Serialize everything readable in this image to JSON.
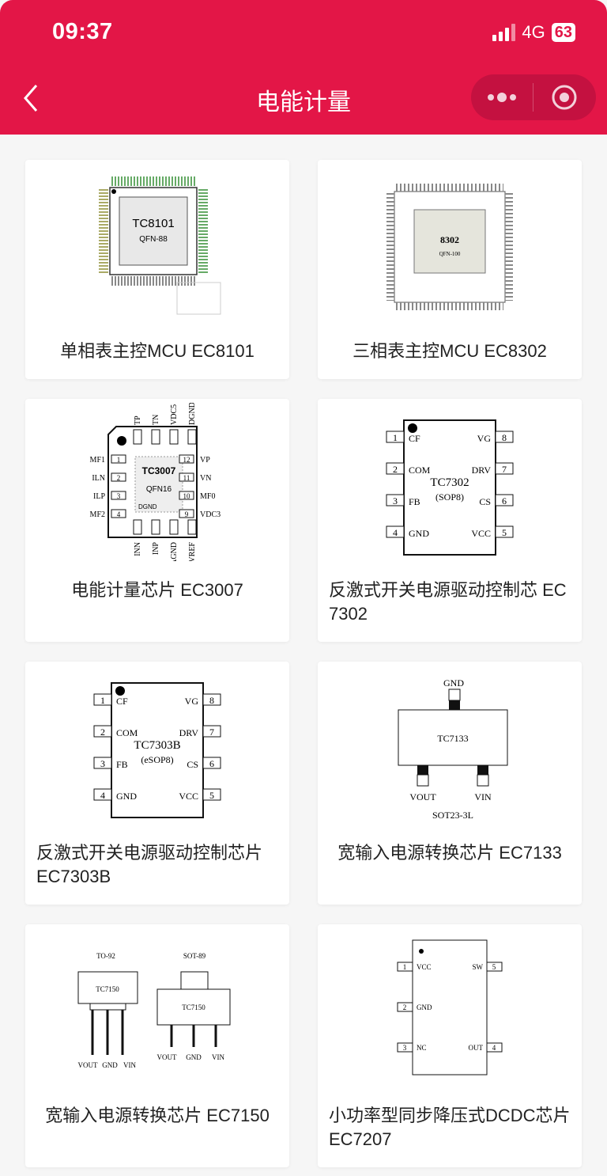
{
  "status": {
    "time": "09:37",
    "network": "4G",
    "battery": "63"
  },
  "nav": {
    "title": "电能计量"
  },
  "colors": {
    "brand": "#e31647"
  },
  "items": [
    {
      "title": "单相表主控MCU EC8101",
      "chip": "TC8101",
      "pkg": "QFN-88"
    },
    {
      "title": "三相表主控MCU EC8302",
      "chip": "8302",
      "pkg": "QFN-100"
    },
    {
      "title": "电能计量芯片 EC3007",
      "chip": "TC3007",
      "pkg": "QFN16",
      "gnd": "DGND",
      "left": [
        "MF1",
        "ILN",
        "ILP",
        "MF2"
      ],
      "right": [
        "VP",
        "VN",
        "MF0",
        "VDC3"
      ],
      "top": [
        "TP",
        "TN",
        "VDC5",
        "DGND"
      ],
      "bottom": [
        "INN",
        "INP",
        "AGND",
        "VREF"
      ]
    },
    {
      "title": "反激式开关电源驱动控制芯 EC7302",
      "chip": "TC7302",
      "pkg": "(SOP8)",
      "left": [
        "CF",
        "COM",
        "FB",
        "GND"
      ],
      "right": [
        "VG",
        "DRV",
        "CS",
        "VCC"
      ]
    },
    {
      "title": "反激式开关电源驱动控制芯片 EC7303B",
      "chip": "TC7303B",
      "pkg": "(eSOP8)",
      "left": [
        "CF",
        "COM",
        "FB",
        "GND"
      ],
      "right": [
        "VG",
        "DRV",
        "CS",
        "VCC"
      ]
    },
    {
      "title": "宽输入电源转换芯片 EC7133",
      "chip": "TC7133",
      "pkg": "SOT23-3L",
      "pins": [
        "GND",
        "VOUT",
        "VIN"
      ]
    },
    {
      "title": "宽输入电源转换芯片 EC7150",
      "chip": "TC7150",
      "pkg1": "TO-92",
      "pkg2": "SOT-89",
      "pins": [
        "VOUT",
        "GND",
        "VIN"
      ]
    },
    {
      "title": "小功率型同步降压式DCDC芯片 EC7207",
      "left": [
        "VCC",
        "GND",
        "NC"
      ],
      "right": [
        "SW",
        "OUT"
      ]
    }
  ]
}
